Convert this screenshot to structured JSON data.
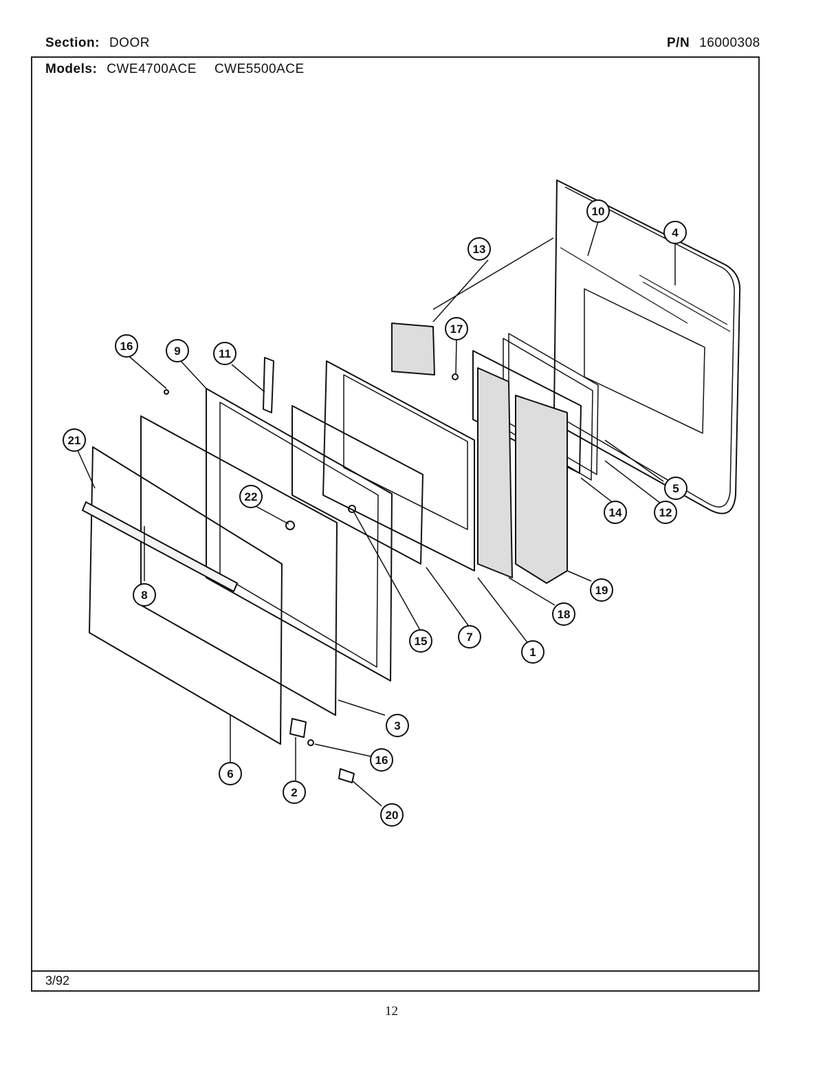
{
  "header": {
    "section_label": "Section:",
    "section_value": "DOOR",
    "pn_label": "P/N",
    "pn_value": "16000308",
    "models_label": "Models:",
    "models": [
      "CWE4700ACE",
      "CWE5500ACE"
    ]
  },
  "footer": {
    "date": "3/92",
    "page_number": "12"
  },
  "callouts": [
    "1",
    "2",
    "3",
    "4",
    "5",
    "6",
    "7",
    "8",
    "9",
    "10",
    "11",
    "12",
    "13",
    "14",
    "15",
    "16",
    "17",
    "18",
    "19",
    "20",
    "21",
    "22"
  ],
  "colors": {
    "ink": "#111111",
    "frame": "#222222"
  }
}
